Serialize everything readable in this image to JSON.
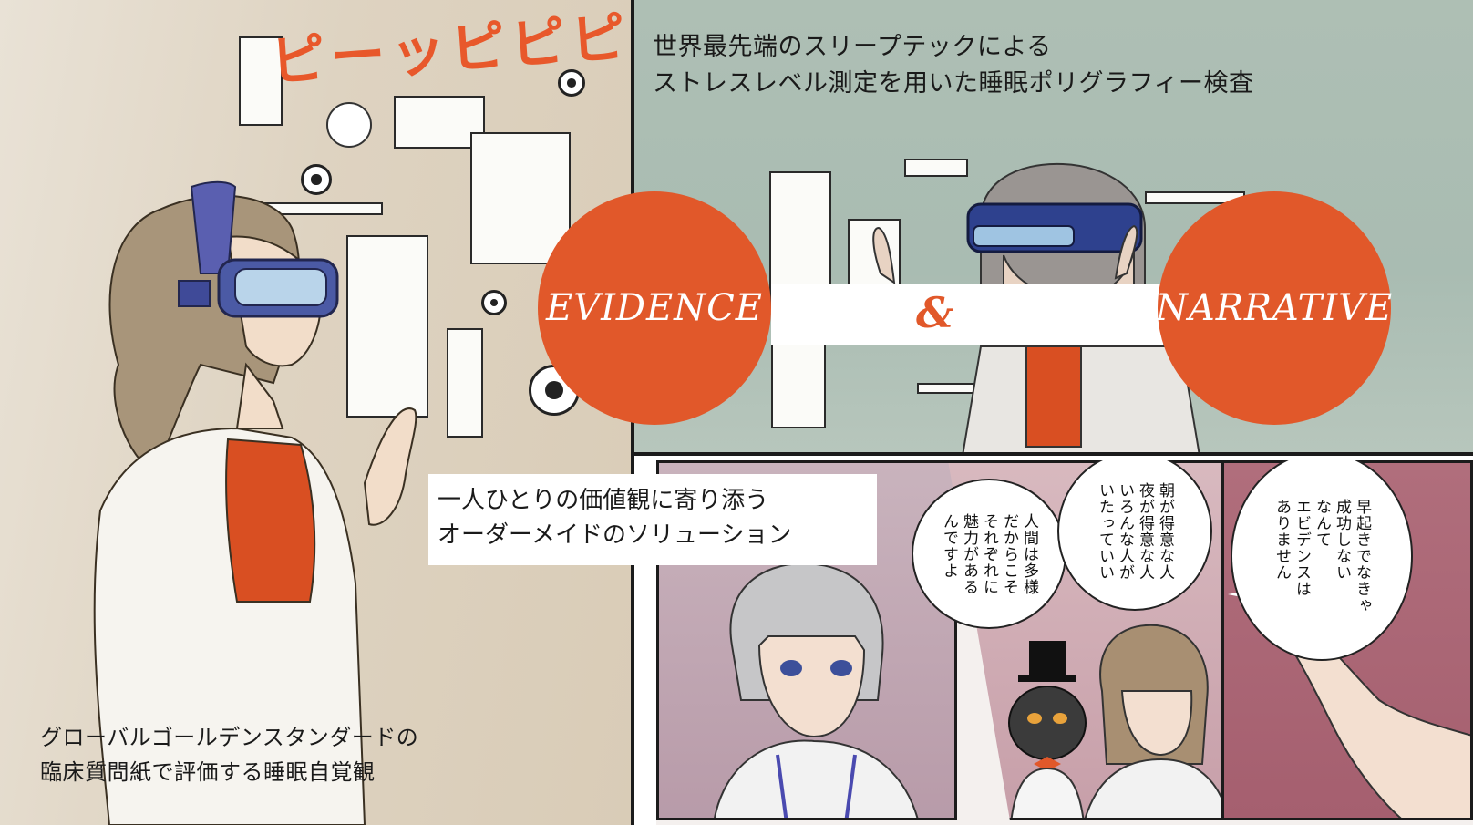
{
  "headline_top": [
    "世界最先端のスリープテックによる",
    "ストレスレベル測定を用いた睡眠ポリグラフィー検査"
  ],
  "caption_bottom": [
    "グローバルゴールデンスタンダードの",
    "臨床質問紙で評価する睡眠自覚観"
  ],
  "value_box": [
    "一人ひとりの価値観に寄り添う",
    "オーダーメイドのソリューション"
  ],
  "evidence_label": "EVIDENCE",
  "ampersand": "&",
  "narrative_label": "NARRATIVE",
  "sound_effect": "ピーッピピピ",
  "bubbles": [
    "人間は多様\nだからこそ\nそれぞれに\n魅力がある\nんですよ",
    "朝が得意な人\n夜が得意な人\nいろんな人が\nいたっていい",
    "早起きでなきゃ\n成功しない\nなんて\nエビデンスは\nありません"
  ],
  "colors": {
    "accent": "#e1582a",
    "panel_teal": "#aebfb4",
    "panel_beige": "#ded3c1"
  }
}
